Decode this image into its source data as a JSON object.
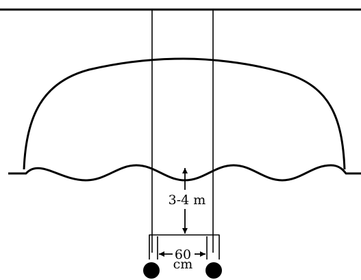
{
  "diagram": {
    "depth_label": "3-4 m",
    "spacing_value": "60",
    "spacing_unit": "cm",
    "ink_color": "#000000",
    "background_color": "#ffffff"
  }
}
